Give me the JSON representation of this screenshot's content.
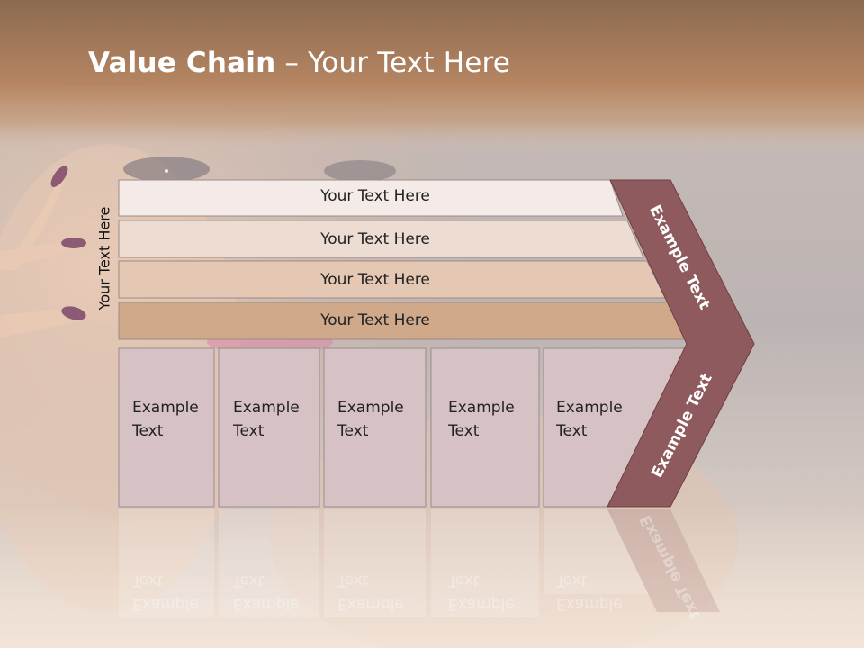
{
  "slide": {
    "title_bold": "Value Chain",
    "title_rest": " – Your Text Here",
    "side_label": "Your Text Here"
  },
  "bars": [
    {
      "label": "Your Text Here",
      "color": "#f4ebe8"
    },
    {
      "label": "Your Text Here",
      "color": "#ecdcd2"
    },
    {
      "label": "Your Text Here",
      "color": "#e4c8b4"
    },
    {
      "label": "Your Text Here",
      "color": "#d0a88a"
    }
  ],
  "boxes": [
    {
      "label_line1": "Example",
      "label_line2": "Text"
    },
    {
      "label_line1": "Example",
      "label_line2": "Text"
    },
    {
      "label_line1": "Example",
      "label_line2": "Text"
    },
    {
      "label_line1": "Example",
      "label_line2": "Text"
    },
    {
      "label_line1": "Example",
      "label_line2": "Text"
    }
  ],
  "arrow": {
    "upper_label": "Example Text",
    "lower_label": "Example Text",
    "color": "#8f5a5e"
  },
  "colors": {
    "header_band": "#b58562",
    "box_fill": "#d6c2c4",
    "background": "#bdb5b5"
  }
}
